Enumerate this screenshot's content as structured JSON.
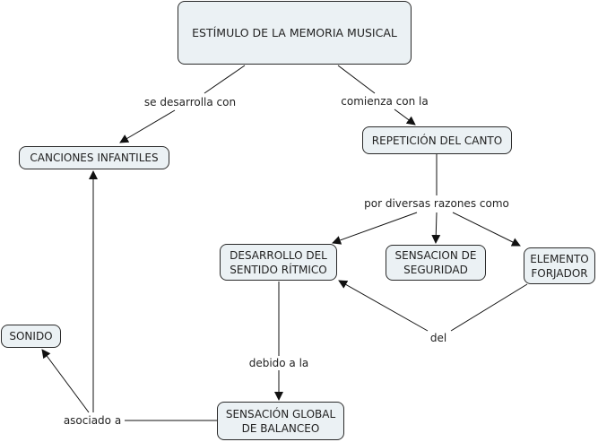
{
  "diagram": {
    "title": "ESTÍMULO DE LA MEMORIA MUSICAL",
    "colors": {
      "node_fill": "#ebf1f4",
      "node_border": "#2a2a2a",
      "line": "#111111"
    },
    "nodes": {
      "root": "ESTÍMULO DE LA MEMORIA MUSICAL",
      "canciones": "CANCIONES INFANTILES",
      "repeticion": "REPETICIÓN DEL CANTO",
      "desarrollo": "DESARROLLO DEL\nSENTIDO RÍTMICO",
      "seguridad": "SENSACION DE\nSEGURIDAD",
      "forjador": "ELEMENTO\nFORJADOR",
      "sonido": "SONIDO",
      "balanceo": "SENSACIÓN GLOBAL\nDE BALANCEO"
    },
    "links": {
      "se_desarrolla": "se desarrolla con",
      "comienza": "comienza con la",
      "razones": "por diversas razones como",
      "del": "del",
      "debido": "debido a la",
      "asociado": "asociado a"
    },
    "edges": [
      {
        "from": "root",
        "via": "se_desarrolla",
        "to": [
          "canciones"
        ]
      },
      {
        "from": "root",
        "via": "comienza",
        "to": [
          "repeticion"
        ]
      },
      {
        "from": "repeticion",
        "via": "razones",
        "to": [
          "desarrollo",
          "seguridad",
          "forjador"
        ]
      },
      {
        "from": "forjador",
        "via": "del",
        "to": [
          "desarrollo"
        ]
      },
      {
        "from": "desarrollo",
        "via": "debido",
        "to": [
          "balanceo"
        ]
      },
      {
        "from": "balanceo",
        "via": "asociado",
        "to": [
          "sonido",
          "canciones"
        ]
      }
    ]
  }
}
